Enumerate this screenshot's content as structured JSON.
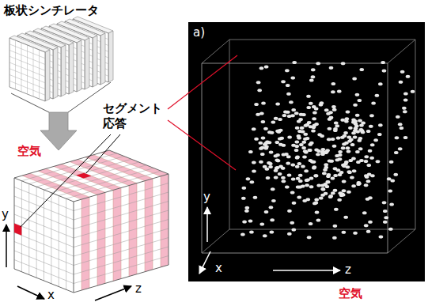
{
  "diagram": {
    "labels": [
      "板状シンチレータ",
      "セグメント 応答",
      "空気",
      "y",
      "x",
      "z",
      "a)",
      "y",
      "x",
      "z",
      "空気"
    ]
  }
}
